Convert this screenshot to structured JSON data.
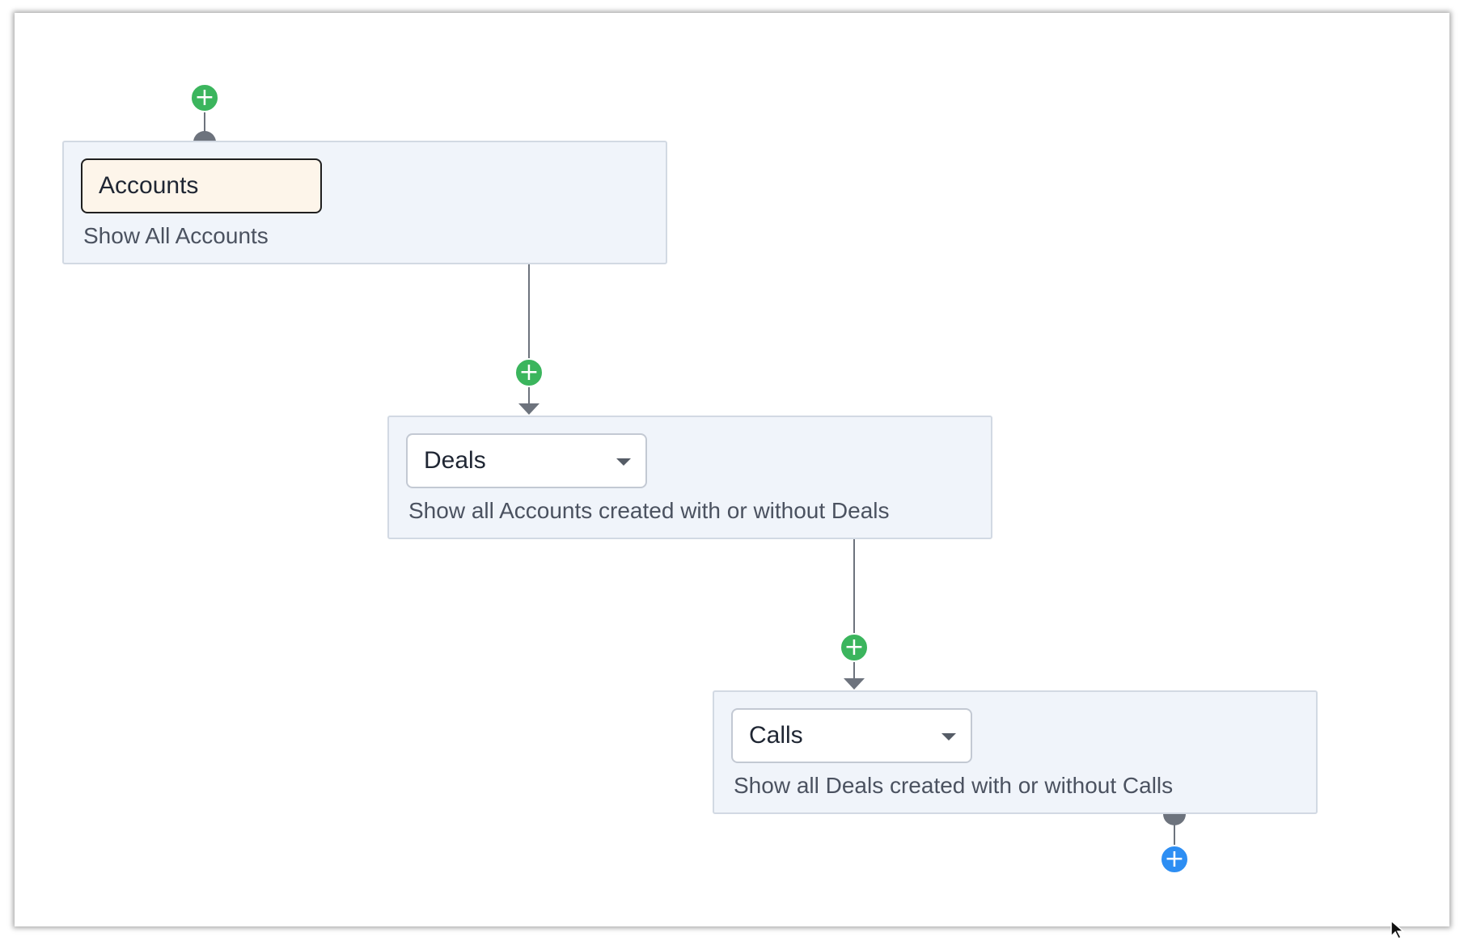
{
  "flow": {
    "nodes": [
      {
        "module": "Accounts",
        "description": "Show All Accounts",
        "type": "static"
      },
      {
        "module": "Deals",
        "description": "Show all Accounts created with or without Deals",
        "type": "dropdown"
      },
      {
        "module": "Calls",
        "description": "Show all Deals created with or without Calls",
        "type": "dropdown"
      }
    ],
    "add_icon": "plus-icon",
    "colors": {
      "add_green": "#3bb55d",
      "add_blue": "#2d8ef3",
      "node_bg": "#f0f4fa",
      "connector": "#6d737d"
    }
  }
}
